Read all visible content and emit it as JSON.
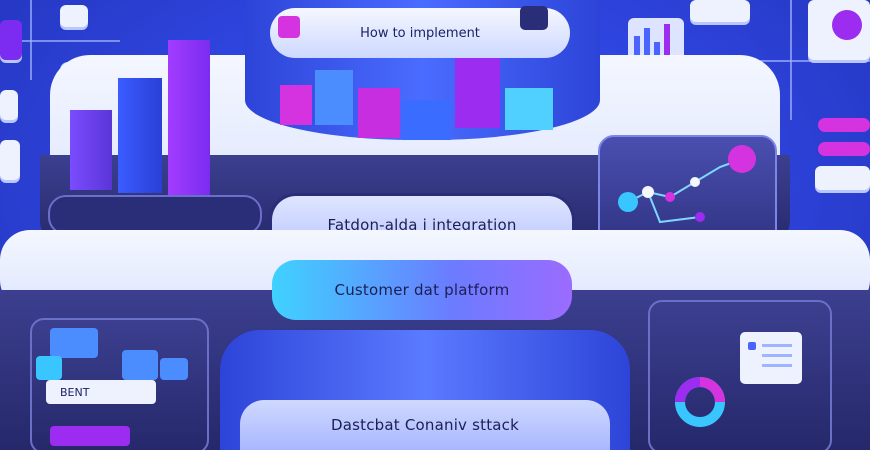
{
  "header": {
    "title": "How to implement"
  },
  "pills": {
    "integration": "Fatdon-alda i integration",
    "platform": "Customer dat platform",
    "stack": "Dastcbat Conaniv sttack"
  },
  "tags": {
    "bent": "BENT"
  },
  "colors": {
    "background": "#2f45e0",
    "accent_purple": "#9b2cf0",
    "accent_magenta": "#d633e0",
    "accent_cyan": "#39c6ff",
    "tier_dark": "#2a2d78",
    "tier_light": "#eef2ff"
  },
  "icons": [
    "chat-bubble-icon",
    "network-graph-icon",
    "donut-chart-icon",
    "dashboard-card-icon"
  ]
}
